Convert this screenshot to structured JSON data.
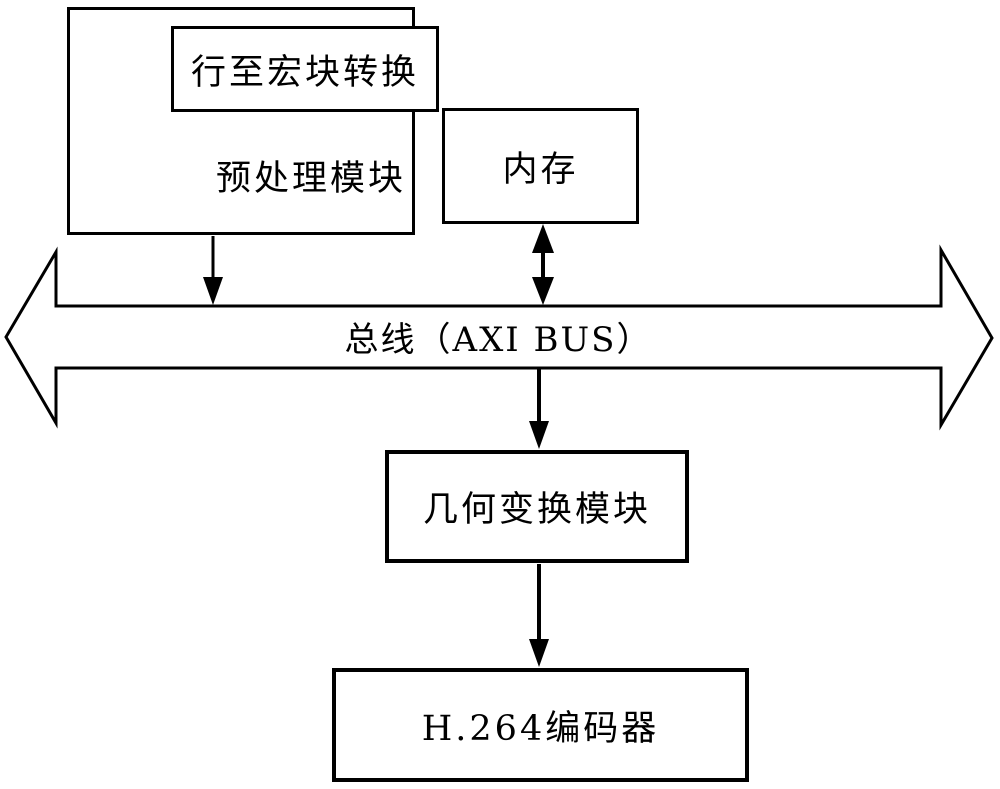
{
  "figure": {
    "background_color": "#ffffff",
    "line_color": "#000000",
    "boxes": {
      "preprocess_module": {
        "label": "预处理模块",
        "inner_box_label": "行至宏块转换"
      },
      "memory": {
        "label": "内存"
      },
      "geometry_module": {
        "label": "几何变换模块"
      },
      "h264_encoder": {
        "label": "H.264编码器"
      }
    },
    "bus": {
      "label": "总线（AXI BUS）"
    },
    "connections": [
      {
        "from": "预处理模块",
        "to": "总线（AXI BUS）",
        "direction": "one-way"
      },
      {
        "from": "内存",
        "to": "总线（AXI BUS）",
        "direction": "two-way"
      },
      {
        "from": "总线（AXI BUS）",
        "to": "几何变换模块",
        "direction": "one-way"
      },
      {
        "from": "几何变换模块",
        "to": "H.264编码器",
        "direction": "one-way"
      }
    ]
  }
}
